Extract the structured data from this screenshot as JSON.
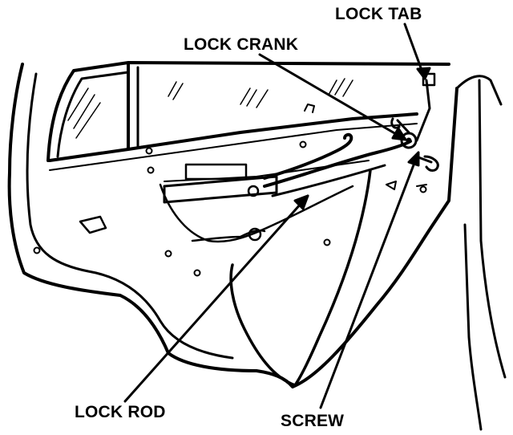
{
  "diagram": {
    "callouts": {
      "lock_tab": "LOCK TAB",
      "lock_crank": "LOCK CRANK",
      "lock_rod": "LOCK ROD",
      "screw": "SCREW"
    },
    "colors": {
      "line": "#000000",
      "background": "#ffffff"
    }
  }
}
